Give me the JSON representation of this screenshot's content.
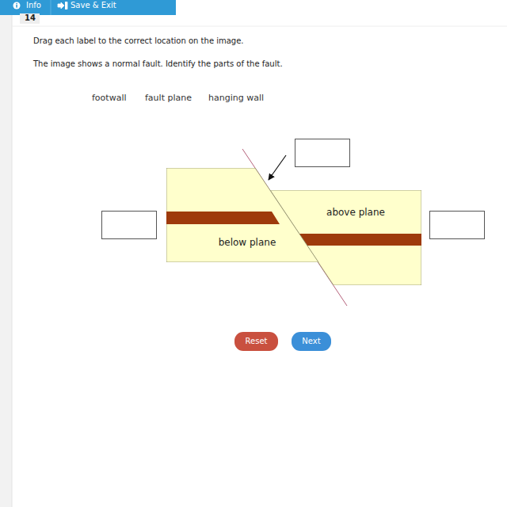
{
  "diagram": {
    "nodes": [
      {
        "text": [
          "above plane"
        ]
      },
      {
        "text": [
          "below plane"
        ]
      },
      {
        "text": [
          "Reset"
        ]
      },
      {
        "text": [
          "Next"
        ]
      }
    ],
    "labels": [
      "Info",
      "Save & Exit",
      "14",
      "Drag each label to the correct location on the image.",
      "The image shows a normal fault. Identify the parts of the fault.",
      "footwall",
      "fault plane",
      "hanging wall"
    ]
  }
}
